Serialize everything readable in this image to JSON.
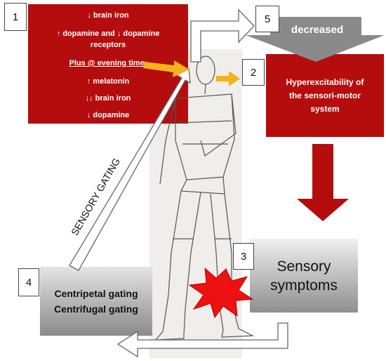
{
  "box1": {
    "number": "1",
    "lines": [
      "↓ brain iron",
      "↑ dopamine and ↓ dopamine",
      "receptors",
      "Plus @ evening time:",
      "↑ melatonin",
      "↓↓ brain iron",
      "↓ dopamine"
    ]
  },
  "box2": {
    "number": "2",
    "line1": "Hyperexcitability of",
    "line2": "the sensori-motor",
    "line3": "system"
  },
  "box3": {
    "number": "3",
    "line1": "Sensory",
    "line2": "symptoms"
  },
  "box4": {
    "number": "4",
    "line1": "Centripetal gating",
    "line2": "Centrifugal gating"
  },
  "box5": {
    "number": "5"
  },
  "decreased_label": "decreased",
  "gating_label": "SENSORY GATING",
  "colors": {
    "red": "#b50d0d",
    "orange_arrow": "#f5b21a",
    "star": "#ee1111"
  }
}
